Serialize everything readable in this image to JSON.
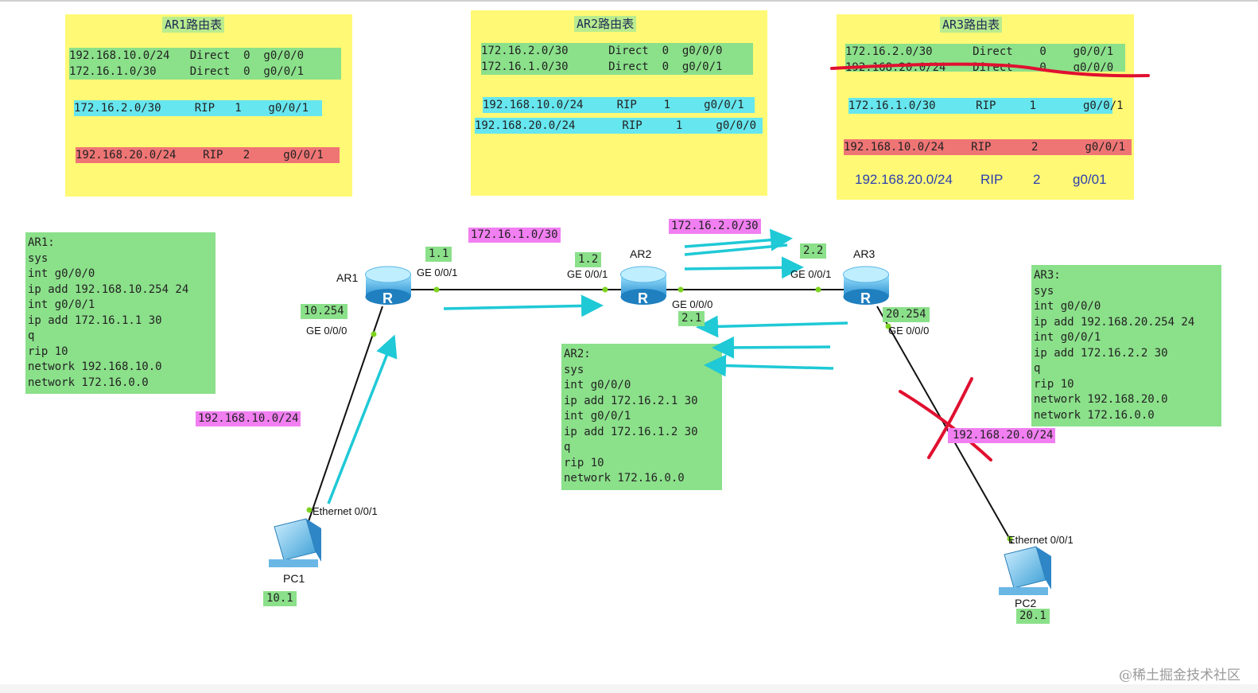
{
  "ar1_table": {
    "title": "AR1路由表",
    "rows": [
      "192.168.10.0/24   Direct  0  g0/0/0",
      "172.16.1.0/30     Direct  0  g0/0/1",
      "172.16.2.0/30     RIP   1    g0/0/1",
      "192.168.20.0/24    RIP   2     g0/0/1"
    ]
  },
  "ar2_table": {
    "title": "AR2路由表",
    "rows": [
      "172.16.2.0/30      Direct  0  g0/0/0",
      "172.16.1.0/30      Direct  0  g0/0/1",
      "192.168.10.0/24     RIP    1     g0/0/1",
      "192.168.20.0/24       RIP     1     g0/0/0"
    ]
  },
  "ar3_table": {
    "title": "AR3路由表",
    "rows": [
      "172.16.2.0/30      Direct    0    g0/0/1",
      "192.168.20.0/24    Direct    0    g0/0/0",
      "172.16.1.0/30      RIP     1       g0/0/1",
      "192.168.10.0/24    RIP      2       g0/0/1"
    ],
    "plain_row": {
      "network": "192.168.20.0/24",
      "proto": "RIP",
      "cost": "2",
      "iface": "g0/01"
    }
  },
  "configs": {
    "ar1": "AR1:\nsys\nint g0/0/0\nip add 192.168.10.254 24\nint g0/0/1\nip add 172.16.1.1 30\nq\nrip 10\nnetwork 192.168.10.0\nnetwork 172.16.0.0",
    "ar2": "AR2:\nsys\nint g0/0/0\nip add 172.16.2.1 30\nint g0/0/1\nip add 172.16.1.2 30\nq\nrip 10\nnetwork 172.16.0.0",
    "ar3": "AR3:\nsys\nint g0/0/0\nip add 192.168.20.254 24\nint g0/0/1\nip add 172.16.2.2 30\nq\nrip 10\nnetwork 192.168.20.0\nnetwork 172.16.0.0"
  },
  "subnets": {
    "link1": "172.16.1.0/30",
    "link2": "172.16.2.0/30",
    "lan1": "192.168.10.0/24",
    "lan2": "192.168.20.0/24"
  },
  "addr_tags": {
    "ar1_g001": "1.1",
    "ar2_g001": "1.2",
    "ar2_g000": "2.1",
    "ar3_g001": "2.2",
    "ar1_g000": "10.254",
    "ar3_g000": "20.254",
    "pc1": "10.1",
    "pc2": "20.1"
  },
  "devices": {
    "ar1": "AR1",
    "ar2": "AR2",
    "ar3": "AR3",
    "pc1": "PC1",
    "pc2": "PC2"
  },
  "ports": {
    "ar1_g001": "GE 0/0/1",
    "ar1_g000": "GE 0/0/0",
    "ar2_g001": "GE 0/0/1",
    "ar2_g000": "GE 0/0/0",
    "ar3_g001": "GE 0/0/1",
    "ar3_g000": "GE 0/0/0",
    "pc1_eth": "Ethernet 0/0/1",
    "pc2_eth": "Ethernet 0/0/1"
  },
  "colors": {
    "note_yellow": "#fff975",
    "green": "#8be08a",
    "cyan": "#66e6ee",
    "red": "#ef7575",
    "magenta": "#f17ff1",
    "arrow": "#1fc9d6",
    "strike": "#e01030"
  },
  "watermark": "@稀土掘金技术社区"
}
